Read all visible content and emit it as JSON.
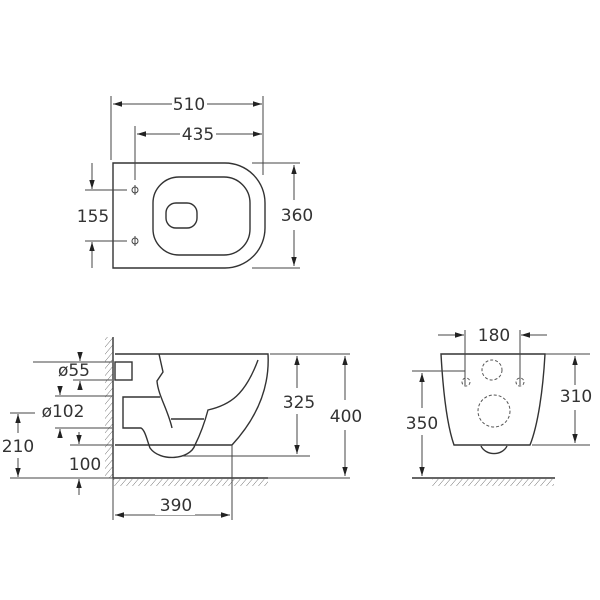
{
  "top_view": {
    "overall_length": "510",
    "fixing_to_front": "435",
    "width": "360",
    "fixing_spacing": "155"
  },
  "side_view": {
    "inlet_diameter": "ø55",
    "outlet_diameter": "ø102",
    "outlet_height": "210",
    "outlet_offset": "100",
    "bowl_depth": "325",
    "total_height": "400",
    "projection": "390"
  },
  "front_view": {
    "fixing_spacing": "180",
    "body_height": "310",
    "fixing_height": "350"
  }
}
